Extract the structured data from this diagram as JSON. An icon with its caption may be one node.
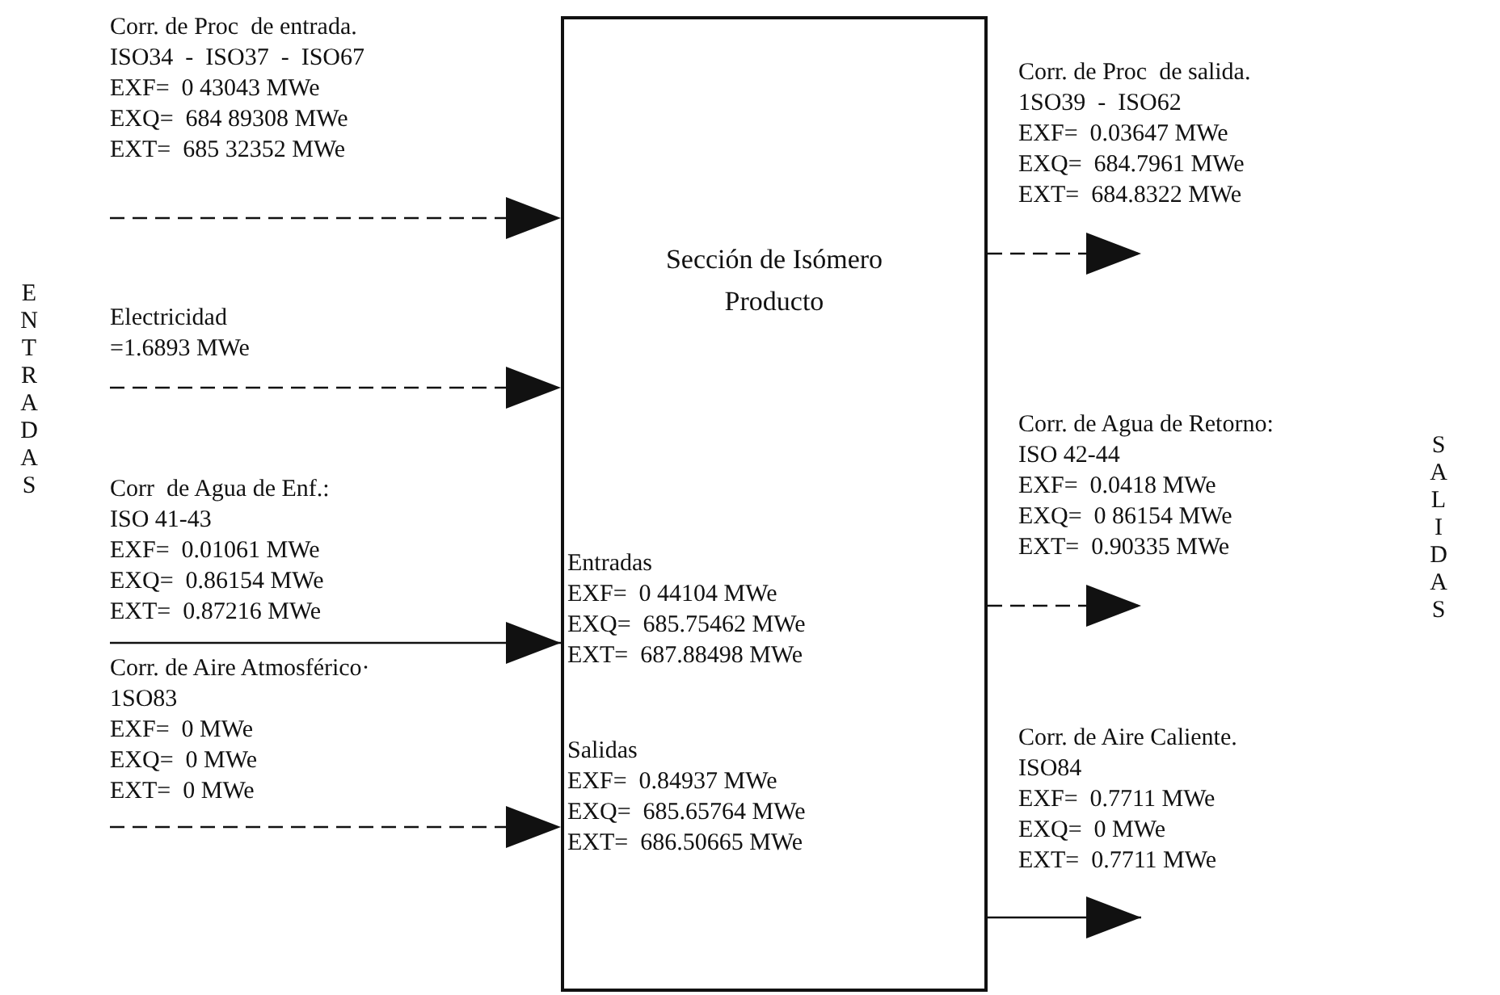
{
  "diagram": {
    "nodes": [
      {
        "text": [
          "Sección de Isómero Producto",
          "Entradas",
          "EXF=  0 44104 MWe",
          "EXQ=  685.75462 MWe",
          "EXT=  687.88498 MWe",
          "Salidas",
          "EXF=  0.84937 MWe",
          "EXQ=  685.65764 MWe",
          "EXT=  686.50665 MWe"
        ]
      },
      {
        "text": [
          "Corr. de Proc  de entrada.",
          "ISO34  -  ISO37  -  ISO67",
          "EXF=  0 43043 MWe",
          "EXQ=  684 89308 MWe",
          "EXT=  685 32352 MWe"
        ]
      },
      {
        "text": [
          "Electricidad",
          "=1.6893 MWe"
        ]
      },
      {
        "text": [
          "Corr  de Agua de Enf.:",
          "ISO 41-43",
          "EXF=  0.01061 MWe",
          "EXQ=  0.86154 MWe",
          "EXT=  0.87216 MWe"
        ]
      },
      {
        "text": [
          "Corr. de Aire Atmosférico·",
          "1SO83",
          "EXF=  0 MWe",
          "EXQ=  0 MWe",
          "EXT=  0 MWe"
        ]
      },
      {
        "text": [
          "Corr. de Proc  de salida.",
          "1SO39  -  ISO62",
          "EXF=  0.03647 MWe",
          "EXQ=  684.7961 MWe",
          "EXT=  684.8322 MWe"
        ]
      },
      {
        "text": [
          "Corr. de Agua de Retorno:",
          "ISO 42-44",
          "EXF=  0.0418 MWe",
          "EXQ=  0 86154 MWe",
          "EXT=  0.90335 MWe"
        ]
      },
      {
        "text": [
          "Corr. de Aire Caliente.",
          "ISO84",
          "EXF=  0.7711 MWe",
          "EXQ=  0 MWe",
          "EXT=  0.7711 MWe"
        ]
      }
    ],
    "edges": [
      {
        "from": 1,
        "to": 0,
        "arrow": "to",
        "style": "dashed"
      },
      {
        "from": 2,
        "to": 0,
        "arrow": "to",
        "style": "dashed"
      },
      {
        "from": 3,
        "to": 0,
        "arrow": "to"
      },
      {
        "from": 4,
        "to": 0,
        "arrow": "to",
        "style": "dashed"
      },
      {
        "from": 0,
        "to": 5,
        "arrow": "to",
        "style": "dashed"
      },
      {
        "from": 0,
        "to": 6,
        "arrow": "to",
        "style": "dashed"
      },
      {
        "from": 0,
        "to": 7,
        "arrow": "to"
      }
    ],
    "labels": [
      "ENTRADAS",
      "SALIDAS"
    ]
  }
}
